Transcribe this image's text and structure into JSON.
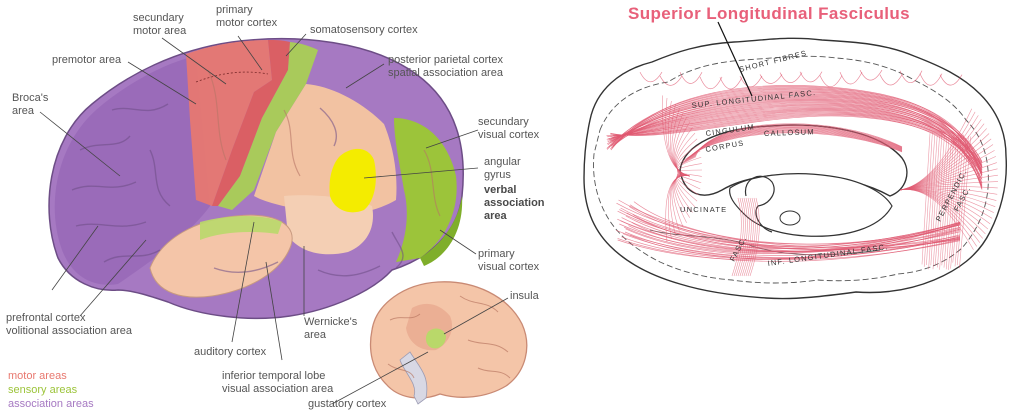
{
  "colors": {
    "motor": "#e8786f",
    "sensory": "#9cc43a",
    "association": "#a679c2",
    "title": "#e8607a",
    "fiber": "#e05a72"
  },
  "left_panel": {
    "labels": {
      "secondary_motor": [
        "secundary",
        "motor area"
      ],
      "primary_motor": [
        "primary",
        "motor cortex"
      ],
      "somatosensory": "somatosensory cortex",
      "premotor": "premotor area",
      "posterior_parietal": "posterior parietal cortex",
      "spatial_association": "spatial association area",
      "brocas": [
        "Broca's",
        "area"
      ],
      "secundary_visual": [
        "secundary",
        "visual cortex"
      ],
      "angular_gyrus": [
        "angular",
        "gyrus"
      ],
      "verbal_association": [
        "verbal",
        "association",
        "area"
      ],
      "primary_visual": [
        "primary",
        "visual cortex"
      ],
      "prefrontal": "prefrontal cortex",
      "volitional_association": "volitional association area",
      "wernickes": [
        "Wernicke's",
        "area"
      ],
      "insula": "insula",
      "auditory": "auditory cortex",
      "inferior_temporal": "inferior temporal lobe",
      "visual_association": "visual association area",
      "gustatory": "gustatory cortex"
    },
    "legend": [
      {
        "label": "motor areas",
        "color": "#e8786f"
      },
      {
        "label": "sensory areas",
        "color": "#9cc43a"
      },
      {
        "label": "association areas",
        "color": "#a679c2"
      }
    ]
  },
  "right_panel": {
    "title": "Superior Longitudinal Fasciculus",
    "fiber_labels": {
      "short_fibres": "SHORT FIBRES",
      "sup_long": "SUP. LONGITUDINAL FASC.",
      "cingulum": "CINGULUM",
      "corpus": "CORPUS",
      "callosum": "CALLOSUM",
      "uncinate": "UNCINATE",
      "perpendic": "PERPENDIC.",
      "fasc": "FASC.",
      "inf_long": "INF. LONGITUDINAL FASC.",
      "fasc_side": "FASC."
    }
  }
}
